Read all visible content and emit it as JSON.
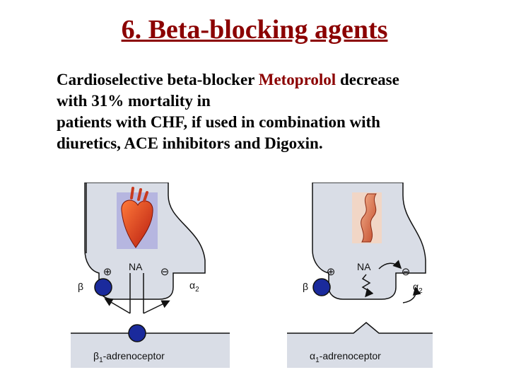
{
  "title": "6. Beta-blocking agents",
  "body": {
    "line1_before": "Cardioselective beta-blocker ",
    "line1_drug": "Metoprolol",
    "line1_after": " decrease",
    "line2": "with 31% mortality in",
    "line3": "patients with CHF, if used in combination with",
    "line4": "diuretics, ACE inhibitors and Digoxin."
  },
  "figure": {
    "left_panel": {
      "transmitter": "NA",
      "plus": "⊕",
      "minus": "⊖",
      "beta": "β",
      "alpha": "α",
      "alpha_sub": "2",
      "receptor_greek": "β",
      "receptor_sub": "1",
      "receptor_text": "-adrenoceptor",
      "organ": "heart-icon"
    },
    "right_panel": {
      "transmitter": "NA",
      "plus": "⊕",
      "minus": "⊖",
      "beta": "β",
      "alpha": "α",
      "alpha_sub": "2",
      "receptor_greek": "α",
      "receptor_sub": "1",
      "receptor_text": "-adrenoceptor",
      "organ": "blood-vessel-icon"
    }
  },
  "colors": {
    "title": "#8b0000",
    "drug": "#8b0000",
    "panel_fill": "#d9dde6",
    "receptor_dot": "#1a2a9c"
  }
}
